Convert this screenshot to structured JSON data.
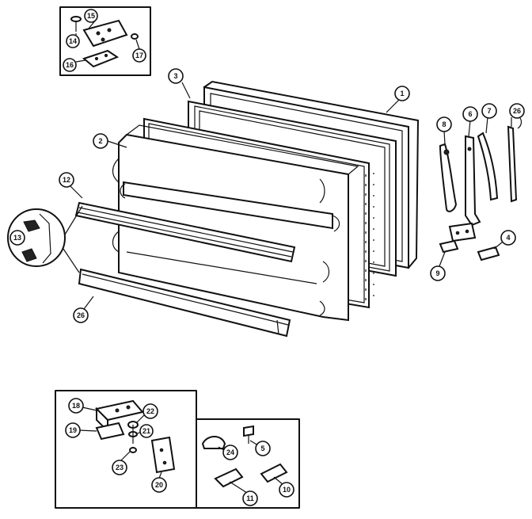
{
  "callouts": [
    {
      "id": "c1",
      "label": "1"
    },
    {
      "id": "c2",
      "label": "2"
    },
    {
      "id": "c3",
      "label": "3"
    },
    {
      "id": "c4",
      "label": "4"
    },
    {
      "id": "c5",
      "label": "5"
    },
    {
      "id": "c6",
      "label": "6"
    },
    {
      "id": "c7",
      "label": "7"
    },
    {
      "id": "c8",
      "label": "8"
    },
    {
      "id": "c9",
      "label": "9"
    },
    {
      "id": "c10a",
      "label": "10"
    },
    {
      "id": "c10b",
      "label": "10"
    },
    {
      "id": "c11",
      "label": "11"
    },
    {
      "id": "c12",
      "label": "12"
    },
    {
      "id": "c13",
      "label": "13"
    },
    {
      "id": "c14",
      "label": "14"
    },
    {
      "id": "c15",
      "label": "15"
    },
    {
      "id": "c16",
      "label": "16"
    },
    {
      "id": "c17",
      "label": "17"
    },
    {
      "id": "c18",
      "label": "18"
    },
    {
      "id": "c19",
      "label": "19"
    },
    {
      "id": "c20",
      "label": "20"
    },
    {
      "id": "c21",
      "label": "21"
    },
    {
      "id": "c22",
      "label": "22"
    },
    {
      "id": "c23",
      "label": "23"
    },
    {
      "id": "c24",
      "label": "24"
    },
    {
      "id": "c26a",
      "label": "26"
    },
    {
      "id": "c26b",
      "label": "26"
    }
  ]
}
